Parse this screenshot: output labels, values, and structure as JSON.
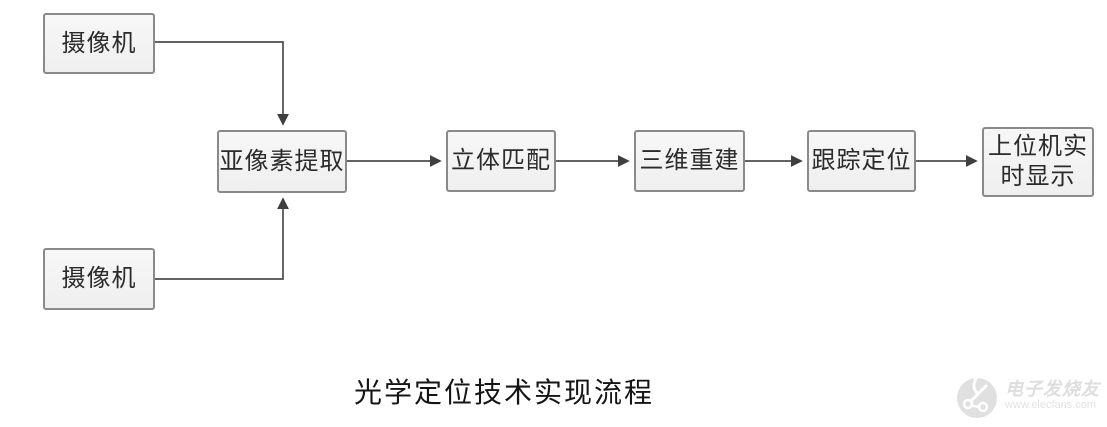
{
  "diagram": {
    "caption": "光学定位技术实现流程",
    "nodes": [
      {
        "id": "camera-top",
        "label": "摄像机"
      },
      {
        "id": "camera-bottom",
        "label": "摄像机"
      },
      {
        "id": "subpixel-extraction",
        "label": "亚像素提取"
      },
      {
        "id": "stereo-matching",
        "label": "立体匹配"
      },
      {
        "id": "3d-reconstruction",
        "label": "三维重建"
      },
      {
        "id": "tracking-positioning",
        "label": "跟踪定位"
      },
      {
        "id": "host-realtime-display",
        "label": "上位机实时显示"
      }
    ],
    "colors": {
      "box_fill": "#f3f3f3",
      "box_border": "#8a8a8a",
      "connector": "#4d4d4d",
      "text": "#2b2b2b",
      "watermark": "#e0e0e0"
    }
  },
  "watermark": {
    "brand": "电子发烧友",
    "url": "www.elecfans.com"
  }
}
